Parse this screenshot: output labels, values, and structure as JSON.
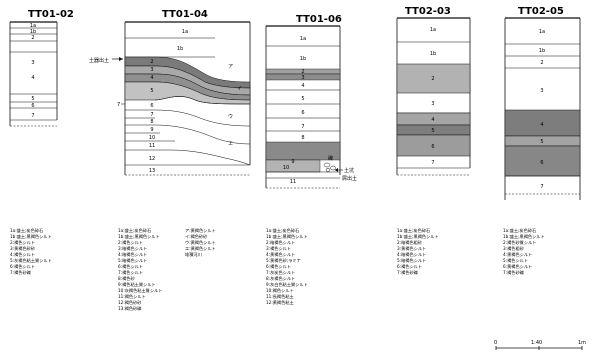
{
  "columns": [
    {
      "id": "tt01-02",
      "title": "TT01-02",
      "layers": [
        {
          "label": "1a",
          "shaded": false
        },
        {
          "label": "1b",
          "shaded": false
        },
        {
          "label": "2",
          "shaded": false
        },
        {
          "label": "3",
          "shaded": false
        },
        {
          "label": "4",
          "shaded": false
        },
        {
          "label": "5",
          "shaded": false
        },
        {
          "label": "6",
          "shaded": false
        },
        {
          "label": "7",
          "shaded": false
        }
      ],
      "legend": [
        "1a:盛土;炭色砕石",
        "1b:盛土;黒褐色シルト",
        "2:褐色シルト",
        "3:黄褐色砂砂",
        "4:褐色シルト",
        "5:灰褐色粘土質シルト",
        "6:褐色シルト",
        "7:褐色砂礫"
      ]
    },
    {
      "id": "tt01-04",
      "title": "TT01-04",
      "side_labels": [
        "土器出土",
        "7"
      ],
      "layers": [
        {
          "label": "1a"
        },
        {
          "label": "1b"
        },
        {
          "label": "2"
        },
        {
          "label": "3"
        },
        {
          "label": "4"
        },
        {
          "label": "5"
        },
        {
          "label": "6"
        },
        {
          "label": "7"
        },
        {
          "label": "8"
        },
        {
          "label": "9"
        },
        {
          "label": "10"
        },
        {
          "label": "11"
        },
        {
          "label": "12"
        },
        {
          "label": "13"
        }
      ],
      "feature_labels": [
        "ア",
        "イ",
        "ウ",
        "エ"
      ],
      "legend_left": [
        "1a:盛土;炭色砕石",
        "1b:盛土;黒褐色シルト",
        "2:褐色シルト",
        "3:暗褐色シルト",
        "4:暗褐色シルト",
        "5:暗褐色シルト",
        "6:褐色シルト",
        "7:褐色シルト",
        "8:褐色砂",
        "9:褐色粘土質シルト",
        "10:灰褐色粘土質シルト",
        "11:褐色シルト",
        "12:褐色砂砂",
        "13:褐色砂礫"
      ],
      "legend_right": [
        "ア:黄褐色シルト",
        "イ:褐色砂砂",
        "ウ:黄褐色シルト",
        "エ:黄褐色シルト",
        "堆積河川"
      ]
    },
    {
      "id": "tt01-06",
      "title": "TT01-06",
      "layers": [
        {
          "label": "1a"
        },
        {
          "label": "1b"
        },
        {
          "label": "2"
        },
        {
          "label": "3"
        },
        {
          "label": "4"
        },
        {
          "label": "5"
        },
        {
          "label": "6"
        },
        {
          "label": "7"
        },
        {
          "label": "8"
        },
        {
          "label": "9"
        },
        {
          "label": "10"
        },
        {
          "label": "11"
        }
      ],
      "feature_labels": [
        "礫",
        "土坑",
        "屑出土"
      ],
      "legend": [
        "1a:盛土;炭色砕石",
        "1b:盛土;黒褐色シルト",
        "2:暗褐色シルト",
        "3:褐色シルト",
        "4:黄褐色シルト",
        "5:黄褐色砂;ラミナ",
        "6:褐色シルト",
        "7:灰炭色シルト",
        "8:灰褐色シルト",
        "9:灰白色粘土質シルト",
        "10:褐色シルト",
        "11:長褐色粘土",
        "12:黄褐色粘土"
      ]
    },
    {
      "id": "tt02-03",
      "title": "TT02-03",
      "layers": [
        {
          "label": "1a"
        },
        {
          "label": "1b"
        },
        {
          "label": "2"
        },
        {
          "label": "3"
        },
        {
          "label": "4"
        },
        {
          "label": "5"
        },
        {
          "label": "6"
        },
        {
          "label": "7"
        }
      ],
      "legend": [
        "1a:盛土;炭色砕石",
        "1b:盛土;黒褐色シルト",
        "2:暗褐色粗砂",
        "3:黄褐色シルト",
        "4:暗褐色シルト",
        "5:暗褐色シルト",
        "6:褐色シルト",
        "7:褐色砂礫"
      ]
    },
    {
      "id": "tt02-05",
      "title": "TT02-05",
      "layers": [
        {
          "label": "1a"
        },
        {
          "label": "1b"
        },
        {
          "label": "2"
        },
        {
          "label": "3"
        },
        {
          "label": "4"
        },
        {
          "label": "5"
        },
        {
          "label": "6"
        },
        {
          "label": "7"
        }
      ],
      "legend": [
        "1a:盛土;炭色砕石",
        "1b:盛土;黒褐色シルト",
        "2:褐色砂質シルト",
        "3:褐色粗砂",
        "4:黒褐色シルト",
        "5:褐色シルト",
        "6:黄褐色シルト",
        "7:褐色砂礫"
      ]
    }
  ],
  "scale": {
    "start": "0",
    "mid": "1:40",
    "end": "1m"
  },
  "colors": {
    "ink": "#111111",
    "shade_light": "#b5b5b5",
    "shade_mid": "#969696",
    "shade_dark": "#7a7a7a"
  }
}
